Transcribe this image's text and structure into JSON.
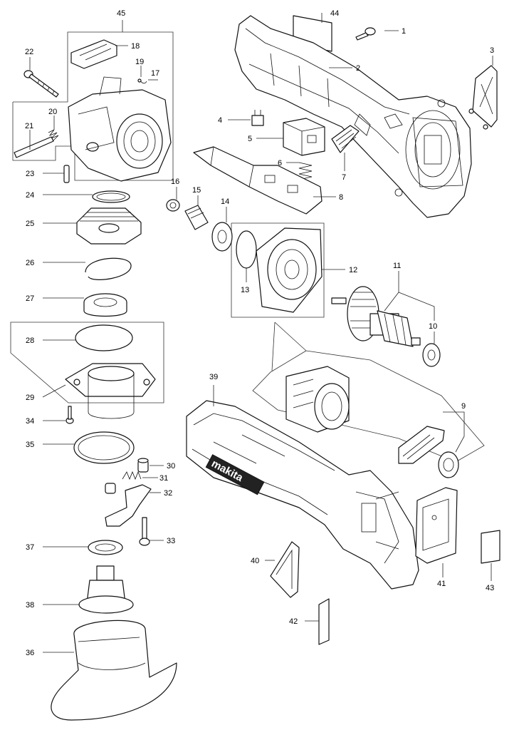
{
  "diagram": {
    "callouts": {
      "c1": "1",
      "c2": "2",
      "c3": "3",
      "c4": "4",
      "c5": "5",
      "c6": "6",
      "c7": "7",
      "c8": "8",
      "c9": "9",
      "c10": "10",
      "c11": "11",
      "c12": "12",
      "c13": "13",
      "c14": "14",
      "c15": "15",
      "c16": "16",
      "c17": "17",
      "c18": "18",
      "c19": "19",
      "c20": "20",
      "c21": "21",
      "c22": "22",
      "c23": "23",
      "c24": "24",
      "c25": "25",
      "c26": "26",
      "c27": "27",
      "c28": "28",
      "c29": "29",
      "c30": "30",
      "c31": "31",
      "c32": "32",
      "c33": "33",
      "c34": "34",
      "c35": "35",
      "c36": "36",
      "c37": "37",
      "c38": "38",
      "c39": "39",
      "c40": "40",
      "c41": "41",
      "c42": "42",
      "c43": "43",
      "c44": "44",
      "c45": "45"
    },
    "brand_mark": "makita"
  }
}
